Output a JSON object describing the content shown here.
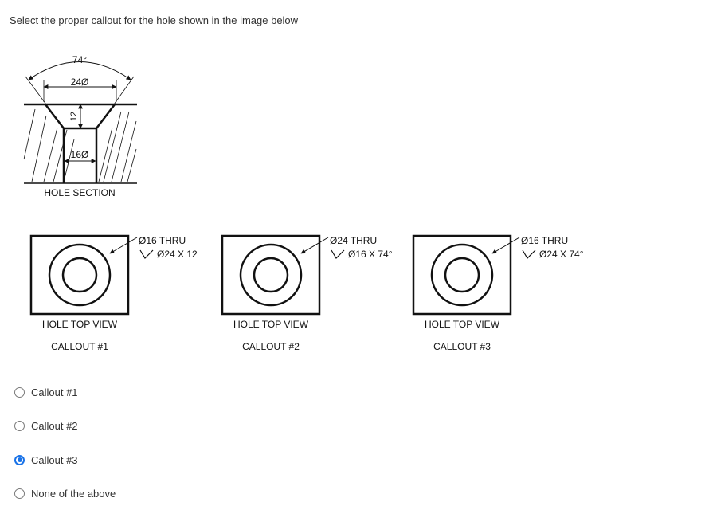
{
  "question": "Select the proper callout for the hole shown in the image below",
  "section": {
    "angle_label": "74°",
    "cbore_diameter_label": "24Ø",
    "depth_label": "12",
    "hole_diameter_label": "16Ø",
    "caption": "HOLE SECTION"
  },
  "callouts": [
    {
      "line1": "Ø16 THRU",
      "line2": "Ø24 X 12",
      "view_caption": "HOLE TOP VIEW",
      "label": "CALLOUT #1"
    },
    {
      "line1": "Ø24 THRU",
      "line2": "Ø16 X 74°",
      "view_caption": "HOLE TOP VIEW",
      "label": "CALLOUT #2"
    },
    {
      "line1": "Ø16 THRU",
      "line2": "Ø24 X 74°",
      "view_caption": "HOLE TOP VIEW",
      "label": "CALLOUT #3"
    }
  ],
  "options": [
    {
      "label": "Callout #1",
      "selected": false
    },
    {
      "label": "Callout #2",
      "selected": false
    },
    {
      "label": "Callout #3",
      "selected": true
    },
    {
      "label": "None of the above",
      "selected": false
    }
  ],
  "colors": {
    "radio_selected": "#1a73e8",
    "text": "#333333"
  }
}
